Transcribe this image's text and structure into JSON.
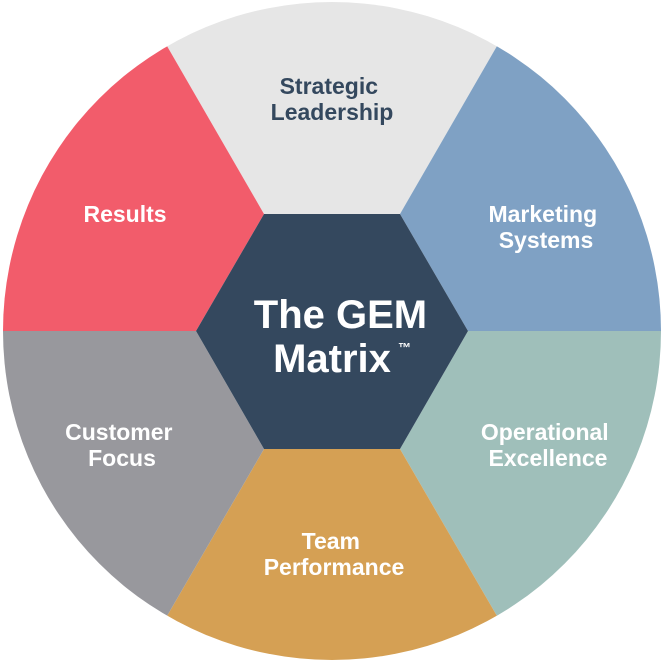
{
  "colors": {
    "strategic": "#e6e6e6",
    "marketing": "#7fa1c4",
    "operational": "#9fbfba",
    "team": "#d5a054",
    "customer": "#98989d",
    "results": "#f25c6b",
    "center": "#34485e",
    "text_dark": "#34485e",
    "text_light": "#ffffff"
  },
  "center": {
    "line1": "The GEM",
    "line2": "Matrix",
    "mark": "™"
  },
  "segments": {
    "strategic": {
      "line1": "Strategic",
      "line2": "Leadership"
    },
    "marketing": {
      "line1": "Marketing",
      "line2": "Systems"
    },
    "operational": {
      "line1": "Operational",
      "line2": "Excellence"
    },
    "team": {
      "line1": "Team",
      "line2": "Performance"
    },
    "customer": {
      "line1": "Customer",
      "line2": "Focus"
    },
    "results": {
      "line1": "Results"
    }
  }
}
